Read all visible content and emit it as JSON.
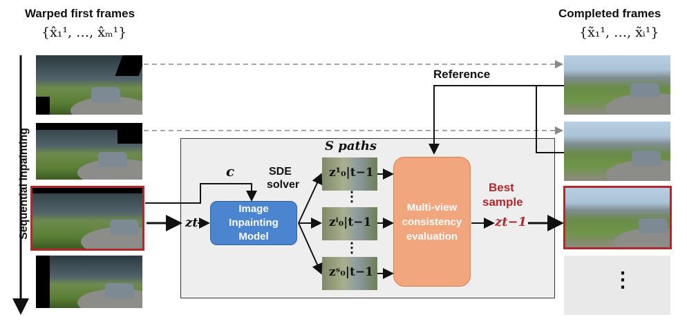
{
  "left_panel": {
    "title": "Warped first frames",
    "set_label": "{x̂₁¹, …, x̂ₘ¹}",
    "side_label": "Sequential inpainting"
  },
  "right_panel": {
    "title": "Completed frames",
    "set_label": "{x̃₁¹, …, x̃ᵢ¹}",
    "ellipsis": "⋮"
  },
  "reference_label": "Reference",
  "condition_label": "c",
  "solver": {
    "paths_label": "S paths",
    "sde_label_1": "SDE",
    "sde_label_2": "solver",
    "input_label": "zt",
    "model_line_1": "Image",
    "model_line_2": "Inpainting",
    "model_line_3": "Model",
    "path_labels": [
      "z¹₀|t−1",
      "zⁱ₀|t−1",
      "zˢ₀|t−1"
    ],
    "vdots": "⋮",
    "eval_line_1": "Multi-view",
    "eval_line_2": "consistency",
    "eval_line_3": "evaluation",
    "best_line_1": "Best",
    "best_line_2": "sample",
    "output_label": "zt−1"
  },
  "colors": {
    "highlight": "#b3282d",
    "model_box": "#4b85cf",
    "eval_box": "#f1a67e",
    "solver_bg": "#eeeeee"
  }
}
